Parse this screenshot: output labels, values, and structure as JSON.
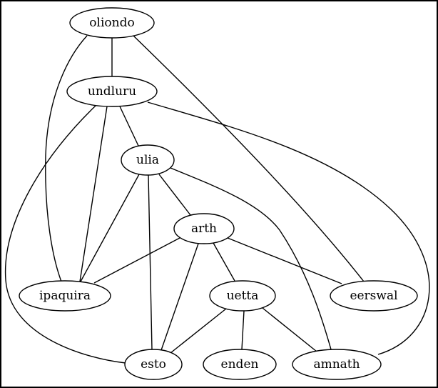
{
  "graph": {
    "nodes": [
      {
        "id": "oliondo",
        "label": "oliondo"
      },
      {
        "id": "undluru",
        "label": "undluru"
      },
      {
        "id": "ulia",
        "label": "ulia"
      },
      {
        "id": "arth",
        "label": "arth"
      },
      {
        "id": "ipaquira",
        "label": "ipaquira"
      },
      {
        "id": "uetta",
        "label": "uetta"
      },
      {
        "id": "eerswal",
        "label": "eerswal"
      },
      {
        "id": "esto",
        "label": "esto"
      },
      {
        "id": "enden",
        "label": "enden"
      },
      {
        "id": "amnath",
        "label": "amnath"
      }
    ],
    "edges": [
      {
        "from": "oliondo",
        "to": "undluru"
      },
      {
        "from": "oliondo",
        "to": "ipaquira"
      },
      {
        "from": "oliondo",
        "to": "eerswal"
      },
      {
        "from": "undluru",
        "to": "ulia"
      },
      {
        "from": "undluru",
        "to": "ipaquira"
      },
      {
        "from": "undluru",
        "to": "esto"
      },
      {
        "from": "undluru",
        "to": "amnath"
      },
      {
        "from": "ulia",
        "to": "arth"
      },
      {
        "from": "ulia",
        "to": "ipaquira"
      },
      {
        "from": "ulia",
        "to": "esto"
      },
      {
        "from": "ulia",
        "to": "amnath"
      },
      {
        "from": "arth",
        "to": "ipaquira"
      },
      {
        "from": "arth",
        "to": "uetta"
      },
      {
        "from": "arth",
        "to": "eerswal"
      },
      {
        "from": "arth",
        "to": "esto"
      },
      {
        "from": "uetta",
        "to": "esto"
      },
      {
        "from": "uetta",
        "to": "enden"
      },
      {
        "from": "uetta",
        "to": "amnath"
      }
    ]
  }
}
